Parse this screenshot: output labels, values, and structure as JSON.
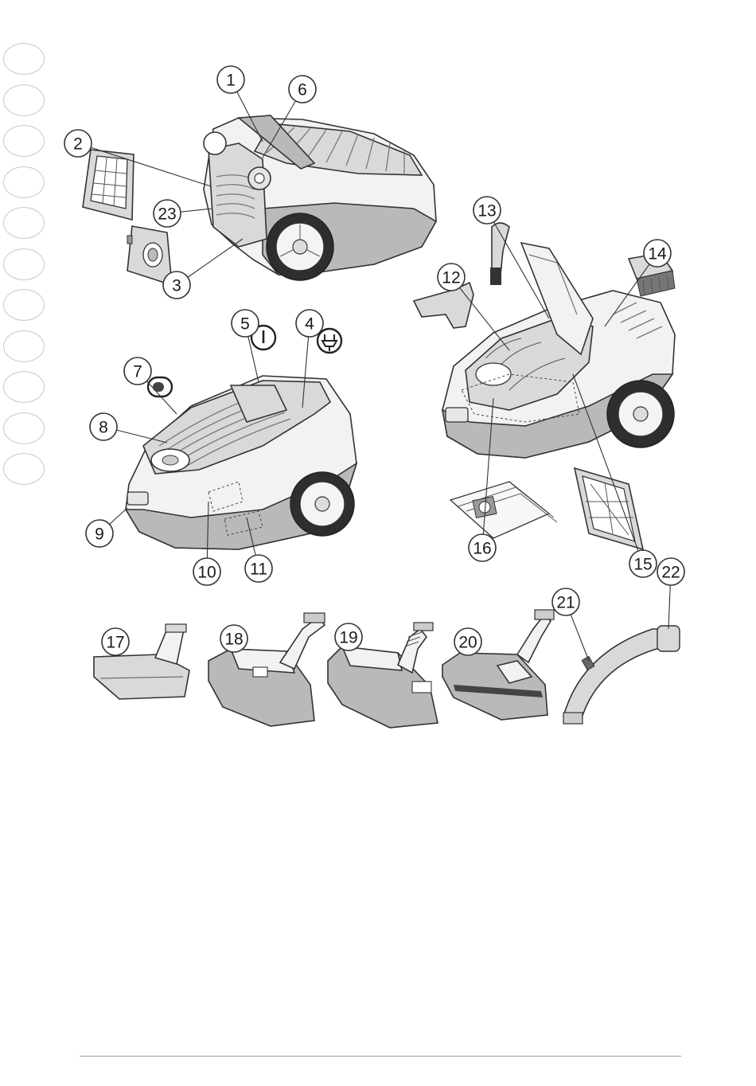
{
  "callouts": [
    {
      "id": "c1",
      "label": "1"
    },
    {
      "id": "c2",
      "label": "2"
    },
    {
      "id": "c3",
      "label": "3"
    },
    {
      "id": "c4",
      "label": "4"
    },
    {
      "id": "c5",
      "label": "5"
    },
    {
      "id": "c6",
      "label": "6"
    },
    {
      "id": "c7",
      "label": "7"
    },
    {
      "id": "c8",
      "label": "8"
    },
    {
      "id": "c9",
      "label": "9"
    },
    {
      "id": "c10",
      "label": "10"
    },
    {
      "id": "c11",
      "label": "11"
    },
    {
      "id": "c12",
      "label": "12"
    },
    {
      "id": "c13",
      "label": "13"
    },
    {
      "id": "c14",
      "label": "14"
    },
    {
      "id": "c15",
      "label": "15"
    },
    {
      "id": "c16",
      "label": "16"
    },
    {
      "id": "c17",
      "label": "17"
    },
    {
      "id": "c18",
      "label": "18"
    },
    {
      "id": "c19",
      "label": "19"
    },
    {
      "id": "c20",
      "label": "20"
    },
    {
      "id": "c21",
      "label": "21"
    },
    {
      "id": "c22",
      "label": "22"
    },
    {
      "id": "c23",
      "label": "23"
    }
  ],
  "side_tabs": 11,
  "icons": {
    "power_button": "power-icon",
    "cord_rewind": "plug-icon",
    "power_regulator": "slider-switch-icon"
  },
  "colors": {
    "line": "#333333",
    "fill_light": "#f2f2f2",
    "fill_mid": "#d9d9d9",
    "fill_dark": "#b9b9b9",
    "tab_border": "#c8c8c8"
  }
}
